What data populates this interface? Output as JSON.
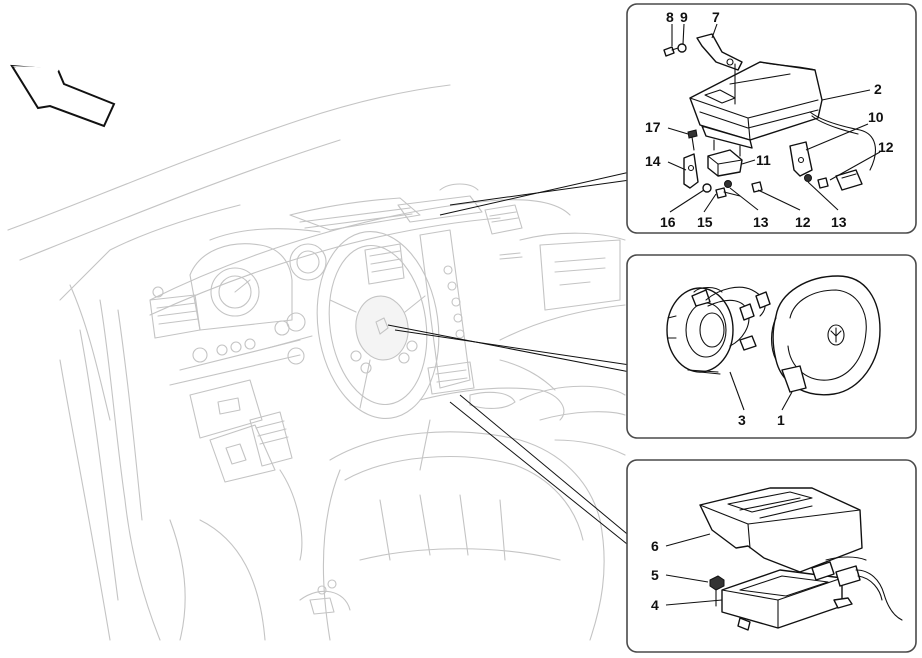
{
  "callouts": {
    "c1": "1",
    "c2": "2",
    "c3": "3",
    "c4": "4",
    "c5": "5",
    "c6": "6",
    "c7": "7",
    "c8": "8",
    "c9": "9",
    "c10": "10",
    "c11": "11",
    "c12a": "12",
    "c12b": "12",
    "c13a": "13",
    "c13b": "13",
    "c14": "14",
    "c15": "15",
    "c16": "16",
    "c17": "17"
  },
  "icons": {
    "direction_arrow": "direction-arrow-icon",
    "brand_emblem": "trident-emblem-icon"
  },
  "colors": {
    "background": "#ffffff",
    "panel_border": "#4a4a4a",
    "car_interior_line": "#c4c4c4",
    "part_line": "#111111"
  }
}
